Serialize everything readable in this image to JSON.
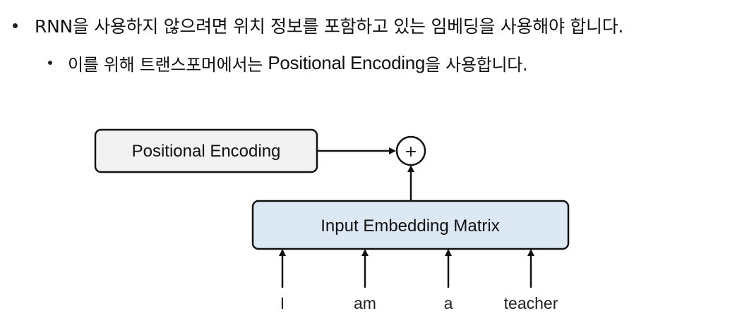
{
  "bullets": {
    "main": "RNN을 사용하지 않으려면 위치 정보를 포함하고 있는 임베딩을 사용해야 합니다.",
    "sub_prefix": "이를 위해 트랜스포머에서는 ",
    "sub_term": "Positional Encoding",
    "sub_suffix": "을 사용합니다."
  },
  "diagram": {
    "positional_encoding_label": "Positional Encoding",
    "plus_symbol": "+",
    "embedding_matrix_label": "Input Embedding Matrix",
    "tokens": [
      "I",
      "am",
      "a",
      "teacher"
    ]
  },
  "colors": {
    "positional_box_fill": "#f2f2f2",
    "embedding_box_fill": "#dde8f5",
    "stroke": "#111111"
  }
}
